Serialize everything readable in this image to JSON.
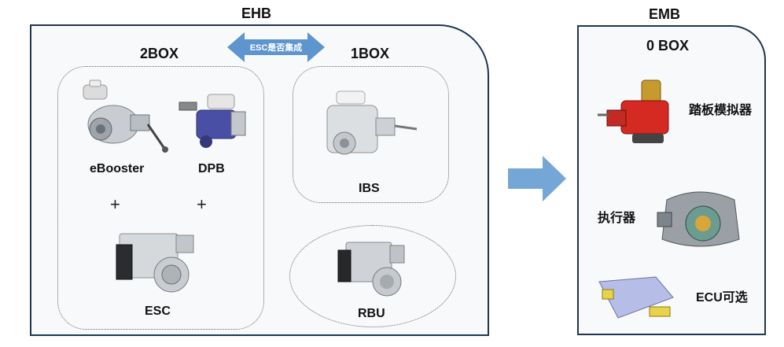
{
  "ehb": {
    "title": "EHB",
    "two_box": {
      "title": "2BOX",
      "items": [
        {
          "label": "eBooster"
        },
        {
          "label": "DPB"
        },
        {
          "label": "ESC"
        }
      ],
      "plus_1": "+",
      "plus_2": "+"
    },
    "esc_arrow_label": "ESC是否集成",
    "one_box": {
      "title": "1BOX",
      "ibs_label": "IBS",
      "rbu_label": "RBU"
    }
  },
  "emb": {
    "title": "EMB",
    "zero_box_title": "0 BOX",
    "pedal_label": "踏板模拟器",
    "actuator_label": "执行器",
    "ecu_label": "ECU可选"
  },
  "colors": {
    "panel_border": "#1f3553",
    "arrow_blue": "#74a7d6",
    "arrow_small_blue": "#5e95cf"
  }
}
